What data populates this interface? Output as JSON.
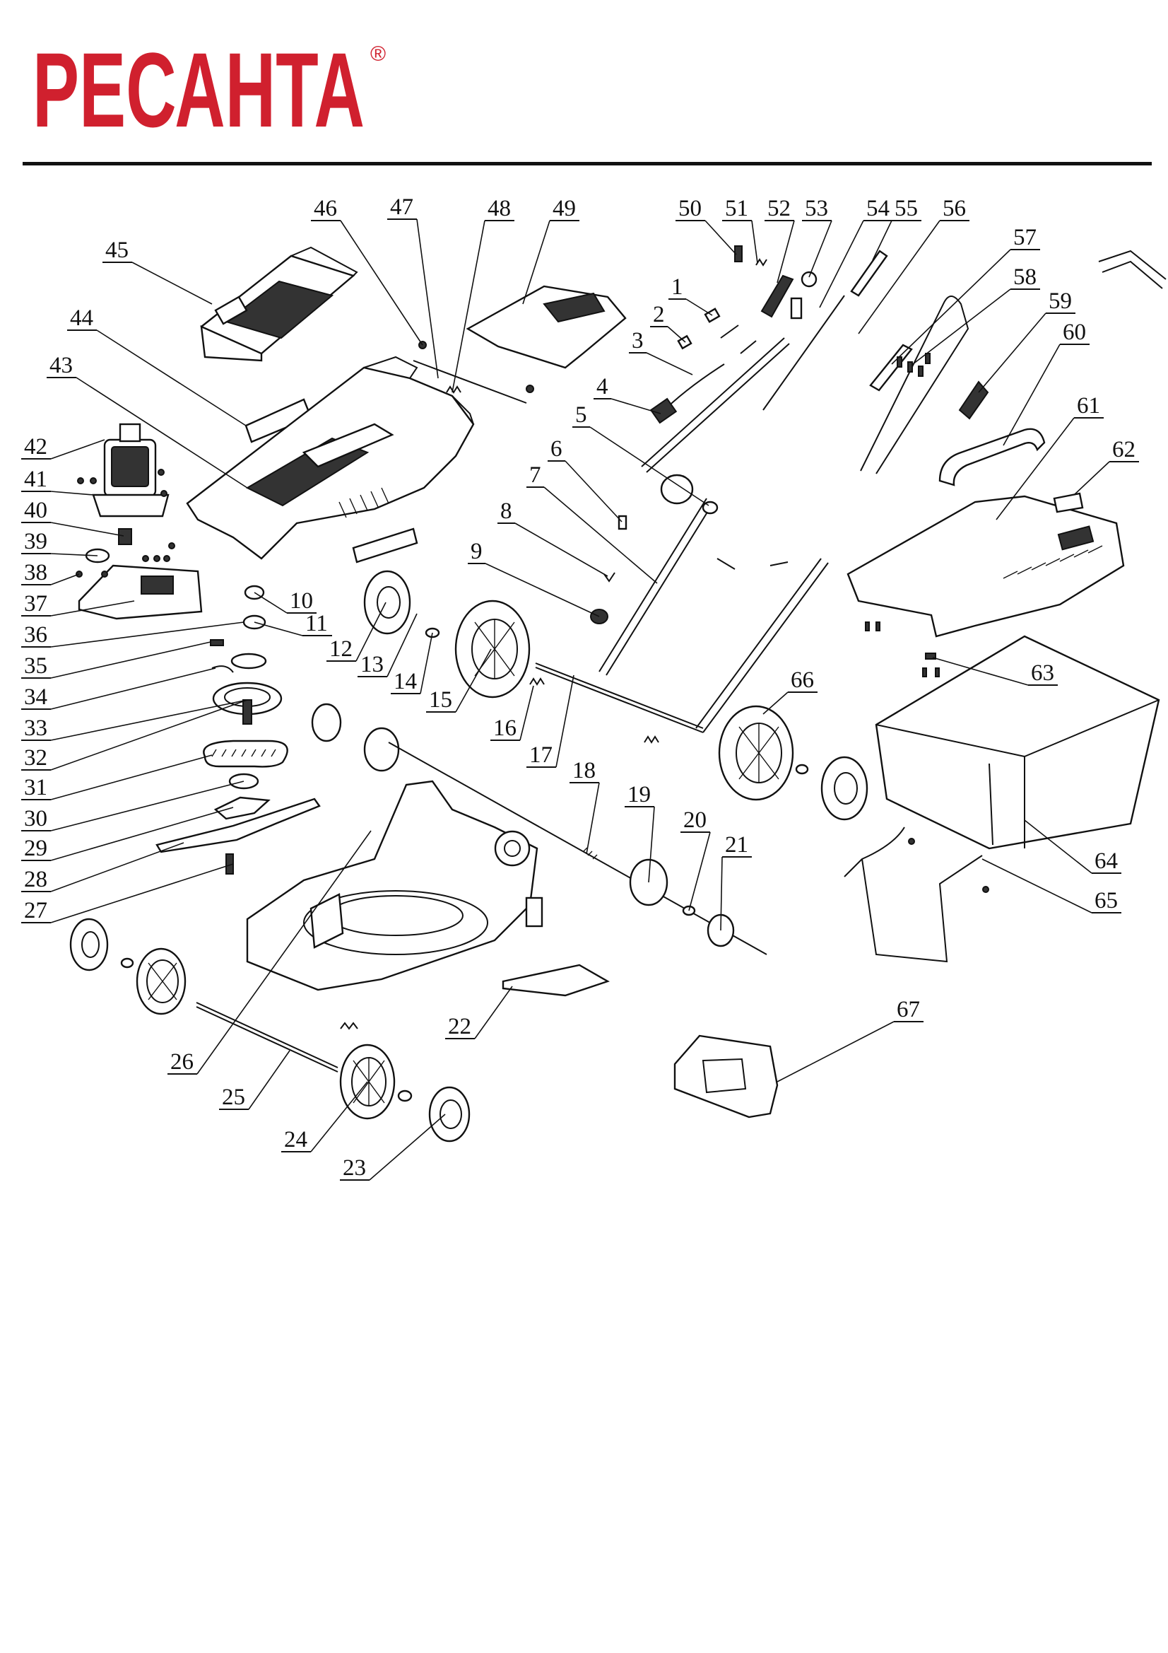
{
  "brand": {
    "name": "РЕСАНТА",
    "mark": "®",
    "color": "#d0202e"
  },
  "parts": [
    {
      "id": "1",
      "label": "1"
    },
    {
      "id": "2",
      "label": "2"
    },
    {
      "id": "3",
      "label": "3"
    },
    {
      "id": "4",
      "label": "4"
    },
    {
      "id": "5",
      "label": "5"
    },
    {
      "id": "6",
      "label": "6"
    },
    {
      "id": "7",
      "label": "7"
    },
    {
      "id": "8",
      "label": "8"
    },
    {
      "id": "9",
      "label": "9"
    },
    {
      "id": "10",
      "label": "10"
    },
    {
      "id": "11",
      "label": "11"
    },
    {
      "id": "12",
      "label": "12"
    },
    {
      "id": "13",
      "label": "13"
    },
    {
      "id": "14",
      "label": "14"
    },
    {
      "id": "15",
      "label": "15"
    },
    {
      "id": "16",
      "label": "16"
    },
    {
      "id": "17",
      "label": "17"
    },
    {
      "id": "18",
      "label": "18"
    },
    {
      "id": "19",
      "label": "19"
    },
    {
      "id": "20",
      "label": "20"
    },
    {
      "id": "21",
      "label": "21"
    },
    {
      "id": "22",
      "label": "22"
    },
    {
      "id": "23",
      "label": "23"
    },
    {
      "id": "24",
      "label": "24"
    },
    {
      "id": "25",
      "label": "25"
    },
    {
      "id": "26",
      "label": "26"
    },
    {
      "id": "27",
      "label": "27"
    },
    {
      "id": "28",
      "label": "28"
    },
    {
      "id": "29",
      "label": "29"
    },
    {
      "id": "30",
      "label": "30"
    },
    {
      "id": "31",
      "label": "31"
    },
    {
      "id": "32",
      "label": "32"
    },
    {
      "id": "33",
      "label": "33"
    },
    {
      "id": "34",
      "label": "34"
    },
    {
      "id": "35",
      "label": "35"
    },
    {
      "id": "36",
      "label": "36"
    },
    {
      "id": "37",
      "label": "37"
    },
    {
      "id": "38",
      "label": "38"
    },
    {
      "id": "39",
      "label": "39"
    },
    {
      "id": "40",
      "label": "40"
    },
    {
      "id": "41",
      "label": "41"
    },
    {
      "id": "42",
      "label": "42"
    },
    {
      "id": "43",
      "label": "43"
    },
    {
      "id": "44",
      "label": "44"
    },
    {
      "id": "45",
      "label": "45"
    },
    {
      "id": "46",
      "label": "46"
    },
    {
      "id": "47",
      "label": "47"
    },
    {
      "id": "48",
      "label": "48"
    },
    {
      "id": "49",
      "label": "49"
    },
    {
      "id": "50",
      "label": "50"
    },
    {
      "id": "51",
      "label": "51"
    },
    {
      "id": "52",
      "label": "52"
    },
    {
      "id": "53",
      "label": "53"
    },
    {
      "id": "54",
      "label": "54"
    },
    {
      "id": "55",
      "label": "55"
    },
    {
      "id": "56",
      "label": "56"
    },
    {
      "id": "57",
      "label": "57"
    },
    {
      "id": "58",
      "label": "58"
    },
    {
      "id": "59",
      "label": "59"
    },
    {
      "id": "60",
      "label": "60"
    },
    {
      "id": "61",
      "label": "61"
    },
    {
      "id": "62",
      "label": "62"
    },
    {
      "id": "63",
      "label": "63"
    },
    {
      "id": "64",
      "label": "64"
    },
    {
      "id": "65",
      "label": "65"
    },
    {
      "id": "66",
      "label": "66"
    },
    {
      "id": "67",
      "label": "67"
    }
  ]
}
